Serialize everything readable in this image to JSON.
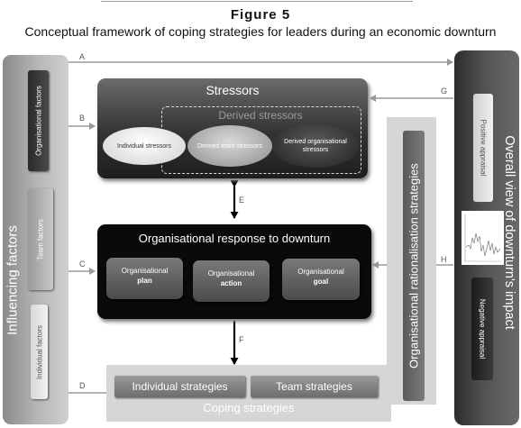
{
  "figure_label": "Figure 5",
  "figure_title": "Conceptual framework of coping strategies for leaders during an economic downturn",
  "influencing": {
    "title": "Influencing factors",
    "factors": [
      "Organisational factors",
      "Team factors",
      "Individual factors"
    ]
  },
  "overall": {
    "title": "Overall view of downturn's impact",
    "positive": "Positive appraisal",
    "negative": "Negative appraisal"
  },
  "stressors": {
    "title": "Stressors",
    "derived_title": "Derived stressors",
    "items": [
      {
        "label": "Individual stressors"
      },
      {
        "label": "Derived team stressors"
      },
      {
        "label": "Derived organisational stressors"
      }
    ]
  },
  "response": {
    "title": "Organisational response to downturn",
    "items": [
      {
        "prefix": "Organisational",
        "keyword": "plan"
      },
      {
        "prefix": "Organisational",
        "keyword": "action"
      },
      {
        "prefix": "Organisational",
        "keyword": "goal"
      }
    ]
  },
  "rationalisation": {
    "title": "Organisational rationalisation strategies"
  },
  "coping": {
    "title": "Coping strategies",
    "individual": "Individual strategies",
    "team": "Team strategies"
  },
  "arrows": {
    "a": "A",
    "b": "B",
    "c": "C",
    "d": "D",
    "e": "E",
    "f": "F",
    "g": "G",
    "h": "H"
  },
  "colors": {
    "arrow_grey": "#9a9a9a",
    "dark_box": "#0a0a0a",
    "stressor_top": "#6b6b6b"
  }
}
